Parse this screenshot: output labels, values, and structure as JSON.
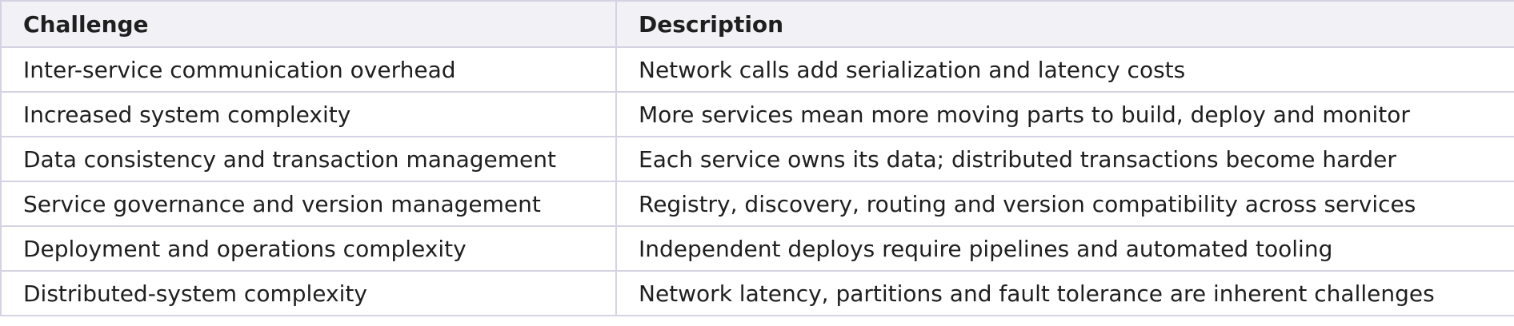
{
  "table": {
    "headers": [
      "Challenge",
      "Description"
    ],
    "rows": [
      [
        "Inter-service communication overhead",
        "Network calls add serialization and latency costs"
      ],
      [
        "Increased system complexity",
        "More services mean more moving parts to build, deploy and monitor"
      ],
      [
        "Data consistency and transaction management",
        "Each service owns its data; distributed transactions become harder"
      ],
      [
        "Service governance and version management",
        "Registry, discovery, routing and version compatibility across services"
      ],
      [
        "Deployment and operations complexity",
        "Independent deploys require pipelines and automated tooling"
      ],
      [
        "Distributed-system complexity",
        "Network latency, partitions and fault tolerance are inherent challenges"
      ]
    ]
  }
}
